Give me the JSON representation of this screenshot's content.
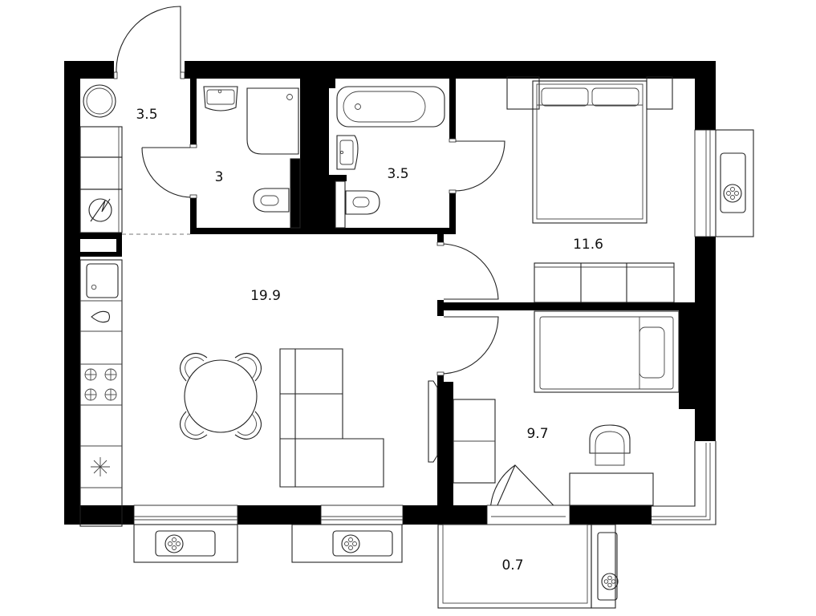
{
  "plan": {
    "type": "apartment-floor-plan",
    "wall_color": "#000000",
    "line_color": "#222222",
    "background": "#ffffff"
  },
  "rooms": {
    "hallway": {
      "label": "3.5",
      "name": "hallway"
    },
    "wc": {
      "label": "3",
      "name": "toilet-shower-room"
    },
    "bathroom": {
      "label": "3.5",
      "name": "bathroom"
    },
    "bedroom_main": {
      "label": "11.6",
      "name": "main-bedroom"
    },
    "living_kitchen": {
      "label": "19.9",
      "name": "kitchen-living-room"
    },
    "bedroom_small": {
      "label": "9.7",
      "name": "small-bedroom"
    },
    "balcony": {
      "label": "0.7",
      "name": "balcony"
    }
  },
  "icons": {
    "ac_unit": "fan-icon",
    "fridge": "snowflake-icon",
    "stove": "burners-icon",
    "electric_panel": "electric-panel-icon",
    "water_heater": "boiler-icon"
  }
}
